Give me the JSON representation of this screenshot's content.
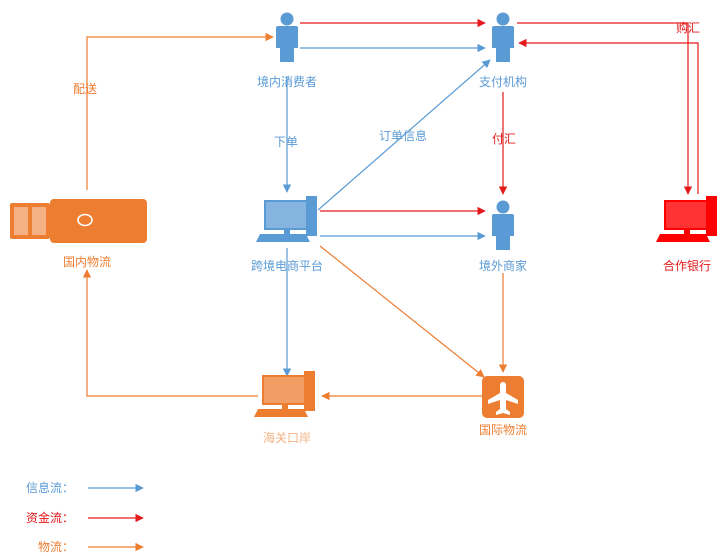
{
  "colors": {
    "info": "#5b9bd5",
    "fund": "#e31a1c",
    "logistics": "#ed7d31",
    "person": "#5b9bd5",
    "bank": "#ff0000"
  },
  "nodes": {
    "consumer": {
      "label": "境内消费者",
      "icon": "person-icon",
      "color": "#5b9bd5"
    },
    "payment": {
      "label": "支付机构",
      "icon": "person-icon",
      "color": "#5b9bd5"
    },
    "platform": {
      "label": "跨境电商平台",
      "icon": "computer-icon",
      "color": "#5b9bd5"
    },
    "merchant": {
      "label": "境外商家",
      "icon": "person-icon",
      "color": "#5b9bd5"
    },
    "bank": {
      "label": "合作银行",
      "icon": "computer-icon",
      "color": "#ff0000"
    },
    "domestic_logistics": {
      "label": "国内物流",
      "icon": "truck-icon",
      "color": "#ed7d31"
    },
    "customs": {
      "label": "海关口岸",
      "icon": "computer-icon",
      "color": "#ed7d31"
    },
    "intl_logistics": {
      "label": "国际物流",
      "icon": "airplane-icon",
      "color": "#ed7d31"
    }
  },
  "edge_labels": {
    "delivery": "配送",
    "order": "下单",
    "order_info": "订单信息",
    "pay": "付汇",
    "purchase": "购汇"
  },
  "legend": {
    "info": "信息流：",
    "fund": "资金流：",
    "logistics": "物流："
  }
}
